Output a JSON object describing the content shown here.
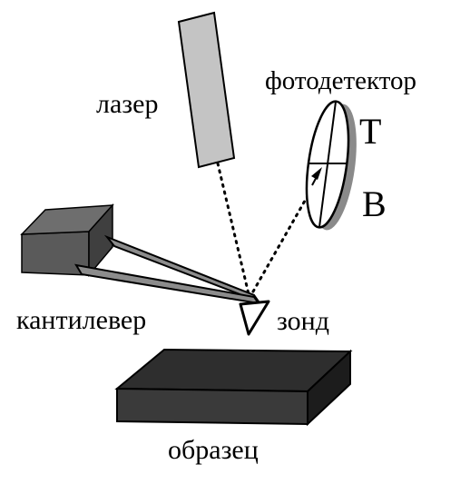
{
  "labels": {
    "laser": "лазер",
    "photodetector": "фотодетектор",
    "top_segment": "T",
    "bottom_segment": "B",
    "cantilever": "кантилевер",
    "probe": "зонд",
    "sample": "образец"
  },
  "colors": {
    "laser_body": "#c4c4c4",
    "cantilever_mount_front": "#5a5a5a",
    "cantilever_mount_top": "#3f3f3f",
    "cantilever_arm": "#8c8c8c",
    "sample_top": "#2e2e2e",
    "sample_front": "#3a3a3a",
    "sample_side": "#1c1c1c",
    "detector_rim": "#8a8a8a",
    "line": "#000000"
  }
}
